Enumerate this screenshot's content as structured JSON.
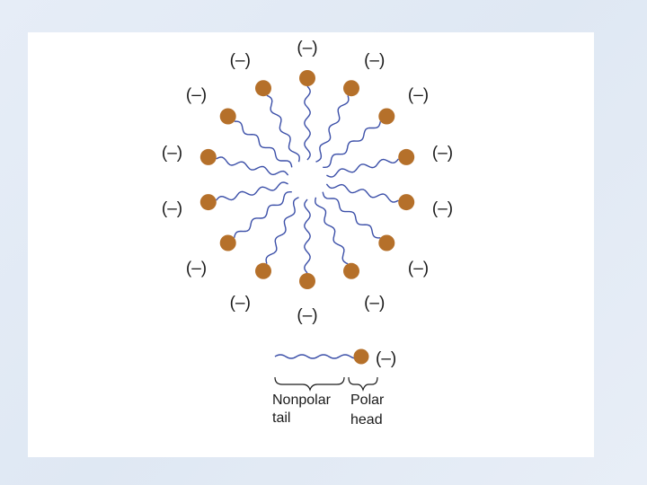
{
  "diagram": {
    "charge_label": "(–)",
    "molecule_count": 14,
    "legend": {
      "charge_label": "(–)",
      "tail_label_line1": "Nonpolar",
      "tail_label_line2": "tail",
      "head_label_line1": "Polar",
      "head_label_line2": "head"
    }
  },
  "colors": {
    "head": "#b5702a",
    "tail": "#3b4fa8",
    "panel": "#ffffff",
    "background": "#e3ebf5"
  }
}
